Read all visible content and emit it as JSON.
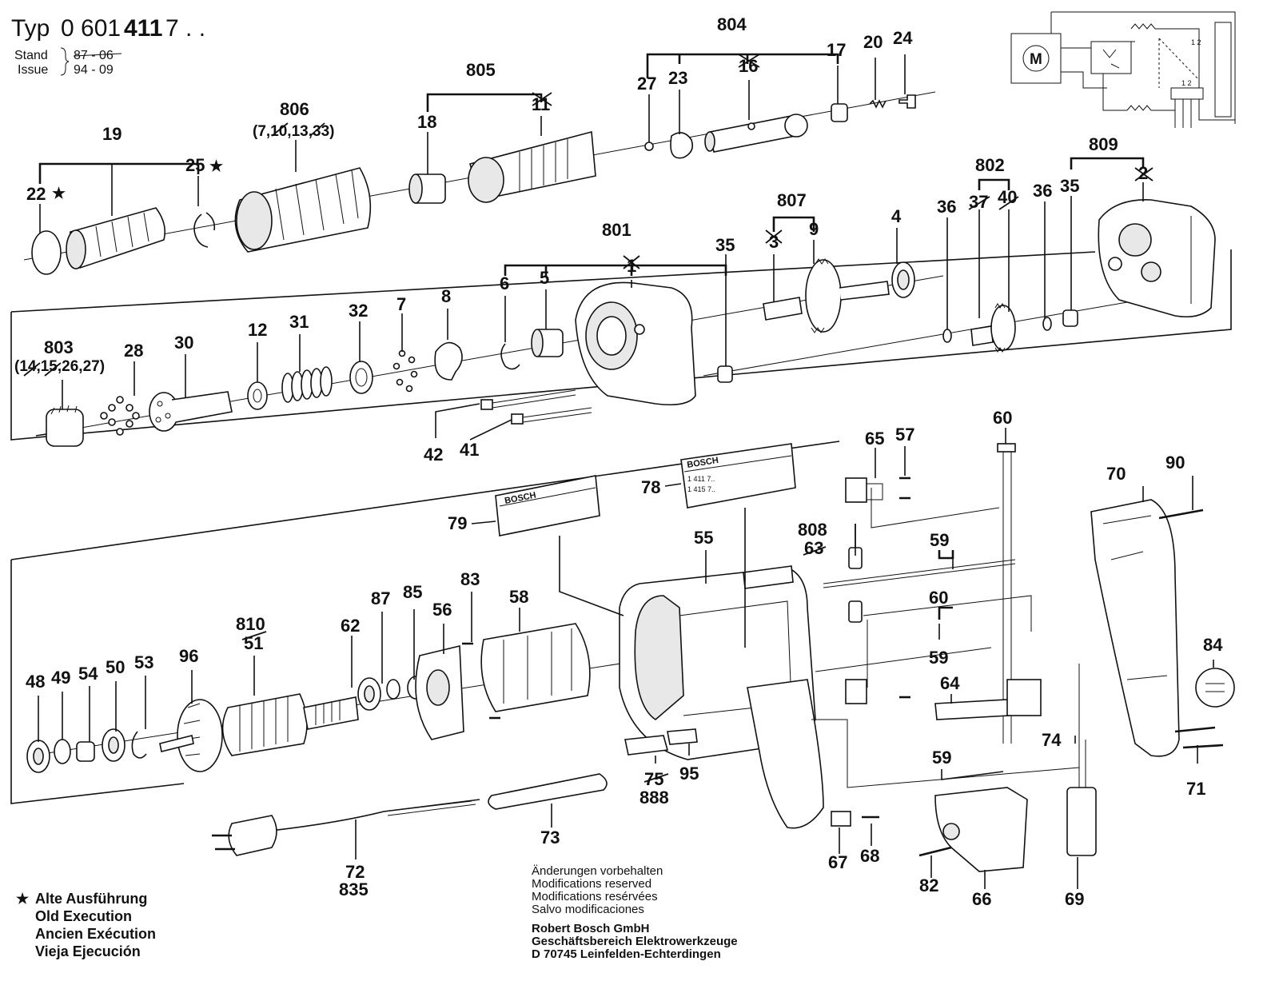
{
  "header": {
    "typ_label": "Typ",
    "type_prefix": "0 601",
    "type_bold": "411",
    "type_suffix": "7 . .",
    "stand_label": "Stand",
    "issue_label": "Issue",
    "stand_value": "87 - 06",
    "issue_value": "94 - 09"
  },
  "labels": {
    "l804": "804",
    "l805": "805",
    "l806": "806",
    "l806s": "(7,10,13,33)",
    "l19": "19",
    "l22": "22",
    "l25": "25",
    "l18": "18",
    "l11": "11",
    "l27": "27",
    "l23": "23",
    "l16": "16",
    "l17": "17",
    "l20": "20",
    "l24": "24",
    "l801": "801",
    "l1": "1",
    "l6": "6",
    "l5": "5",
    "l35a": "35",
    "l807": "807",
    "l3": "3",
    "l9": "9",
    "l4": "4",
    "l802": "802",
    "l37": "37",
    "l40": "40",
    "l36a": "36",
    "l36b": "36",
    "l35b": "35",
    "l809": "809",
    "l2": "2",
    "l803": "803",
    "l803s": "(14,15,26,27)",
    "l28": "28",
    "l30": "30",
    "l12": "12",
    "l31": "31",
    "l32": "32",
    "l7": "7",
    "l8": "8",
    "l42": "42",
    "l41": "41",
    "l60a": "60",
    "l65": "65",
    "l57": "57",
    "l79": "79",
    "l78": "78",
    "l808": "808",
    "l63": "63",
    "l59a": "59",
    "l60b": "60",
    "l59b": "59",
    "l59c": "59",
    "l55": "55",
    "l70": "70",
    "l90": "90",
    "l84": "84",
    "l64": "64",
    "l74": "74",
    "l71": "71",
    "l810": "810",
    "l51": "51",
    "l62": "62",
    "l87": "87",
    "l85": "85",
    "l56": "56",
    "l83": "83",
    "l58": "58",
    "l96": "96",
    "l48": "48",
    "l49": "49",
    "l54": "54",
    "l50": "50",
    "l53": "53",
    "l75": "75",
    "l888": "888",
    "l95": "95",
    "l73": "73",
    "l72": "72",
    "l835": "835",
    "l67": "67",
    "l68": "68",
    "l82": "82",
    "l66": "66",
    "l69": "69"
  },
  "plates": {
    "bosch_1": "BOSCH",
    "bosch_2": "BOSCH",
    "type_line_1": "1 411 7..",
    "type_line_2": "1 415 7.."
  },
  "legend": {
    "star": "★",
    "lines": [
      "Alte Ausführung",
      "Old Execution",
      "Ancien Exécution",
      "Vieja Ejecución"
    ]
  },
  "notes": {
    "modifications": [
      "Änderungen vorbehalten",
      "Modifications reserved",
      "Modifications resérvées",
      "Salvo modificaciones"
    ],
    "company": [
      "Robert Bosch GmbH",
      "Geschäftsbereich Elektrowerkzeuge",
      "D 70745 Leinfelden-Echterdingen"
    ]
  },
  "icons": {
    "motor": "M",
    "star": "★"
  }
}
